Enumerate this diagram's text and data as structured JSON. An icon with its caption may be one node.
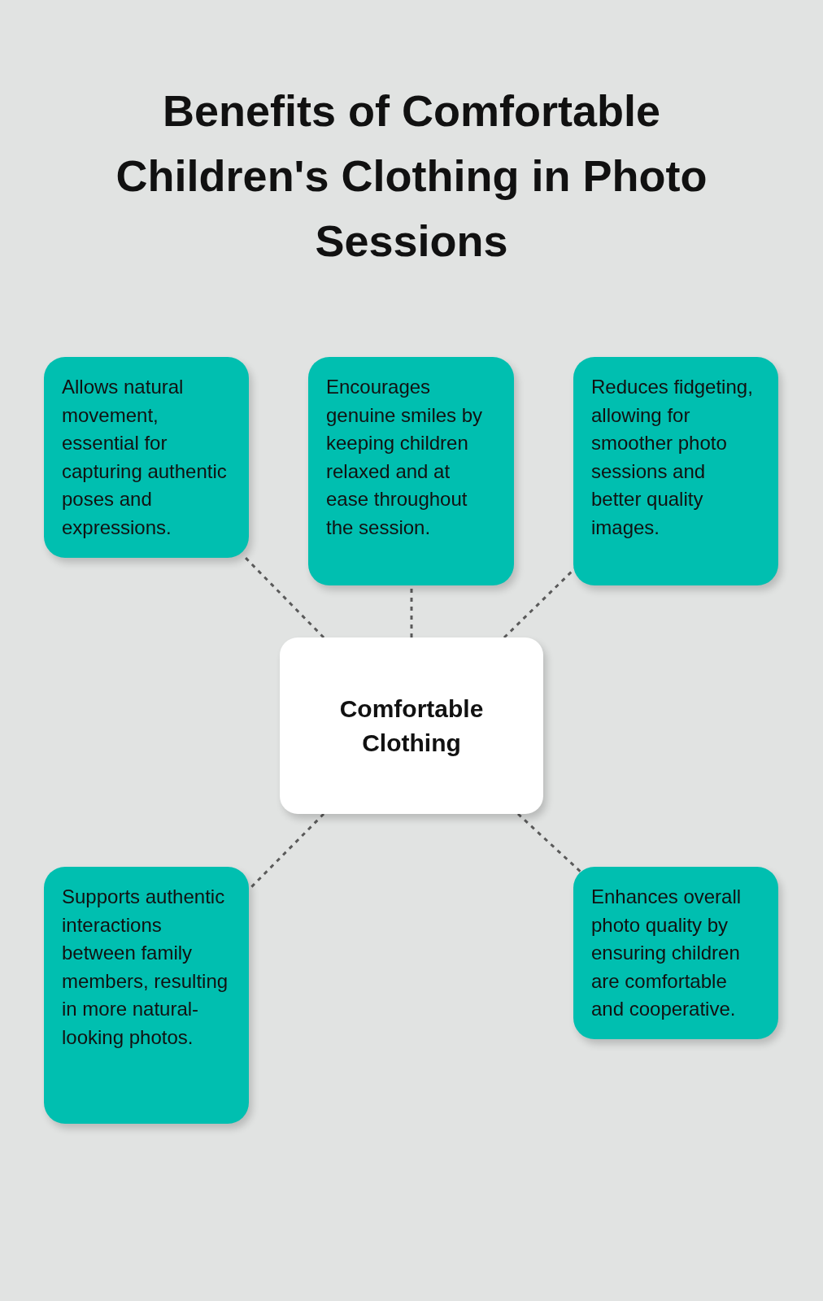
{
  "diagram": {
    "title": "Benefits of Comfortable Children's Clothing in Photo Sessions",
    "nodes": [
      {
        "text": [
          "Allows natural movement, essential for capturing authentic poses and expressions."
        ]
      },
      {
        "text": [
          "Encourages genuine smiles by keeping children relaxed and at ease throughout the session."
        ]
      },
      {
        "text": [
          "Reduces fidgeting, allowing for smoother photo sessions and better quality images."
        ]
      },
      {
        "text": [
          "Comfortable Clothing"
        ]
      },
      {
        "text": [
          "Supports authentic interactions between family members, resulting in more natural-looking photos."
        ]
      },
      {
        "text": [
          "Enhances overall photo quality by ensuring children are comfortable and cooperative."
        ]
      }
    ],
    "edges": [
      {
        "from": 3,
        "to": 0,
        "arrow": "none",
        "style": "dashed"
      },
      {
        "from": 3,
        "to": 1,
        "arrow": "none",
        "style": "dashed"
      },
      {
        "from": 3,
        "to": 2,
        "arrow": "none",
        "style": "dashed"
      },
      {
        "from": 3,
        "to": 4,
        "arrow": "none",
        "style": "dashed"
      },
      {
        "from": 3,
        "to": 5,
        "arrow": "none",
        "style": "dashed"
      }
    ]
  }
}
